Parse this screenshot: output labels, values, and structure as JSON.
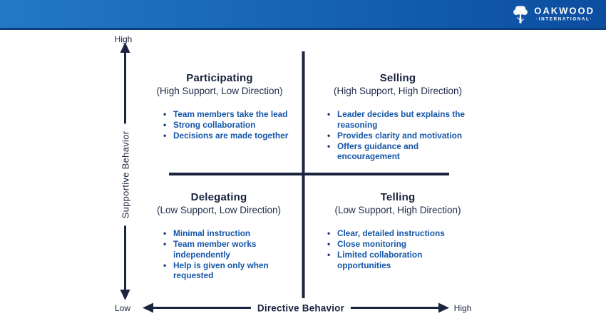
{
  "header": {
    "brand_name": "OAKWOOD",
    "brand_tagline": "·INTERNATIONAL·",
    "colors": {
      "gradient_start": "#2379C6",
      "gradient_end": "#0C4DA0",
      "border_bottom": "#0B3F82",
      "logo_color": "#ffffff"
    }
  },
  "axes": {
    "y_label": "Supportive Behavior",
    "x_label": "Directive Behavior",
    "y_high": "High",
    "x_high": "High",
    "origin_low": "Low"
  },
  "quadrants": [
    {
      "id": "participating",
      "title": "Participating",
      "subtitle": "(High Support, Low Direction)",
      "bullets": [
        "Team members take the lead",
        "Strong collaboration",
        "Decisions are made together"
      ]
    },
    {
      "id": "selling",
      "title": "Selling",
      "subtitle": "(High Support, High Direction)",
      "bullets": [
        "Leader decides but explains the reasoning",
        "Provides clarity and motivation",
        "Offers guidance and encouragement"
      ]
    },
    {
      "id": "delegating",
      "title": "Delegating",
      "subtitle": "(Low Support, Low Direction)",
      "bullets": [
        "Minimal instruction",
        "Team member works independently",
        "Help is given only when requested"
      ]
    },
    {
      "id": "telling",
      "title": "Telling",
      "subtitle": "(Low Support, High Direction)",
      "bullets": [
        "Clear, detailed instructions",
        "Close monitoring",
        "Limited collaboration opportunities"
      ]
    }
  ],
  "colors": {
    "title_navy": "#17223C",
    "bullet_blue": "#1556A8",
    "axis_navy": "#1C2540"
  }
}
